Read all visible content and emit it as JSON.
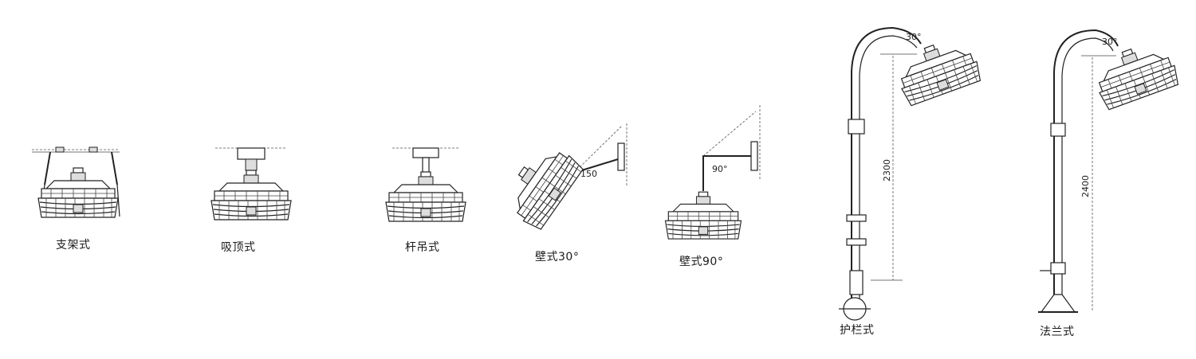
{
  "mounts": [
    {
      "id": "bracket",
      "label": "支架式"
    },
    {
      "id": "ceiling",
      "label": "吸顶式"
    },
    {
      "id": "pendant",
      "label": "杆吊式"
    },
    {
      "id": "wall30",
      "label": "壁式30°"
    },
    {
      "id": "wall90",
      "label": "壁式90°"
    },
    {
      "id": "guardrail",
      "label": "护栏式"
    },
    {
      "id": "flange",
      "label": "法兰式"
    }
  ],
  "dimensions": {
    "wall30_angle": "150",
    "wall90_angle": "90°",
    "guardrail_angle": "30°",
    "guardrail_height": "2300",
    "flange_angle": "30°",
    "flange_height": "2400"
  }
}
